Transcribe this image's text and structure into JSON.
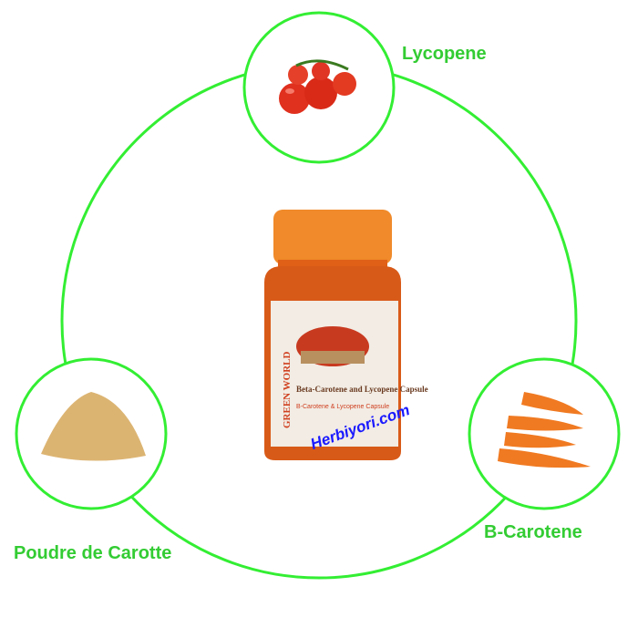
{
  "labels": {
    "top": "Lycopene",
    "right": "B-Carotene",
    "left": "Poudre de Carotte"
  },
  "product": {
    "brand": "GREEN WORLD",
    "title": "Beta-Carotene and Lycopene Capsule",
    "subtitle": "B-Carotene & Lycopene Capsule"
  },
  "watermark": "Herbiyori.com",
  "colors": {
    "ring": "#33ee33",
    "label": "#33cc33",
    "watermark": "#1a1aff"
  }
}
